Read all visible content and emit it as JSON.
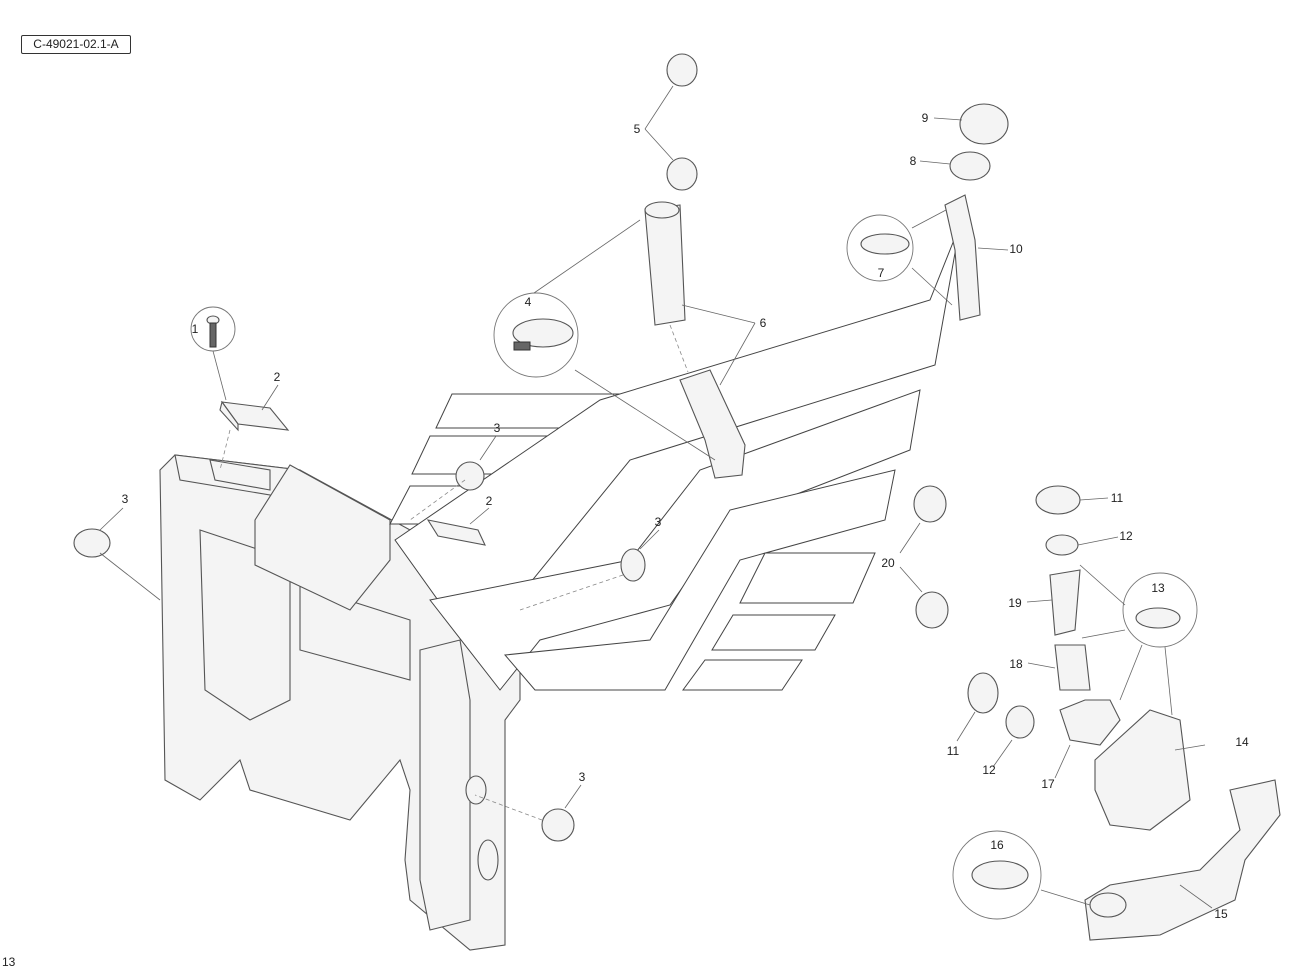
{
  "header": {
    "reference_code": "C-49021-02.1-A"
  },
  "footer": {
    "page_fragment": "13"
  },
  "callouts": [
    {
      "id": "c1",
      "label": "1"
    },
    {
      "id": "c2a",
      "label": "2"
    },
    {
      "id": "c2b",
      "label": "2"
    },
    {
      "id": "c3a",
      "label": "3"
    },
    {
      "id": "c3b",
      "label": "3"
    },
    {
      "id": "c3c",
      "label": "3"
    },
    {
      "id": "c3d",
      "label": "3"
    },
    {
      "id": "c4",
      "label": "4"
    },
    {
      "id": "c5",
      "label": "5"
    },
    {
      "id": "c6",
      "label": "6"
    },
    {
      "id": "c7",
      "label": "7"
    },
    {
      "id": "c8",
      "label": "8"
    },
    {
      "id": "c9",
      "label": "9"
    },
    {
      "id": "c10",
      "label": "10"
    },
    {
      "id": "c11a",
      "label": "11"
    },
    {
      "id": "c11b",
      "label": "11"
    },
    {
      "id": "c12a",
      "label": "12"
    },
    {
      "id": "c12b",
      "label": "12"
    },
    {
      "id": "c13",
      "label": "13"
    },
    {
      "id": "c14",
      "label": "14"
    },
    {
      "id": "c15",
      "label": "15"
    },
    {
      "id": "c16",
      "label": "16"
    },
    {
      "id": "c17",
      "label": "17"
    },
    {
      "id": "c18",
      "label": "18"
    },
    {
      "id": "c19",
      "label": "19"
    },
    {
      "id": "c20",
      "label": "20"
    }
  ]
}
